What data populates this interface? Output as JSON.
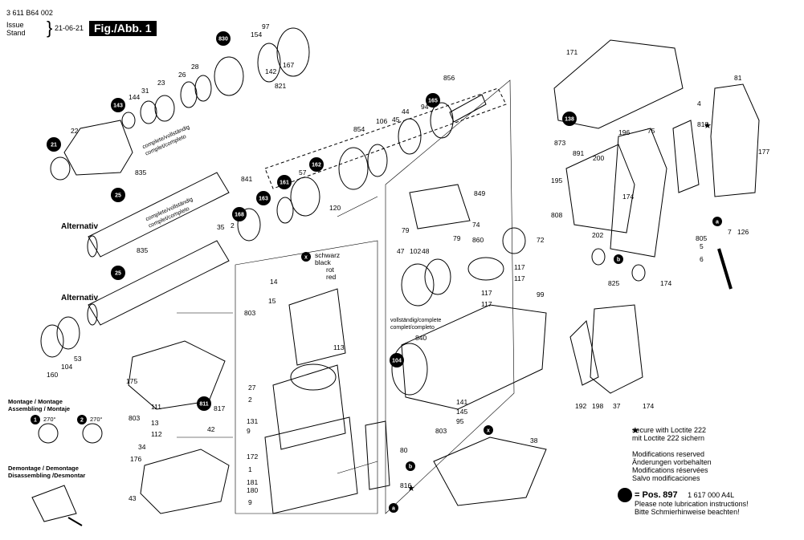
{
  "header": {
    "doc_number": "3 611 B64 002",
    "issue_label": "Issue",
    "stand_label": "Stand",
    "issue_date": "21-06-21",
    "figure_label": "Fig./Abb. 1"
  },
  "alternativ_1": "Alternativ",
  "alternativ_2": "Alternativ",
  "complete_label_1": "complete/vollständig",
  "complete_label_1b": "complet/completo",
  "complete_label_2": "complete/vollständig",
  "complete_label_2b": "complet/completo",
  "complete_label_3": "vollständig/complete",
  "complete_label_3b": "complet/completo",
  "wires": {
    "schwarz": "schwarz",
    "black": "black",
    "rot": "rot",
    "red": "red"
  },
  "assembling": {
    "line1": "Montage / Montage",
    "line2": "Assembling / Montaje",
    "deg1": "270°",
    "deg2": "270°"
  },
  "disassembling": {
    "line1": "Demontage / Demontage",
    "line2": "Disassembling /Desmontar"
  },
  "notes": {
    "loctite_en": "secure with Loctite 222",
    "loctite_de": "mit Loctite 222 sichern",
    "mod_en": "Modifications reserved",
    "mod_de": "Änderungen vorbehalten",
    "mod_fr": "Modifications réservées",
    "mod_es": "Salvo modificaciones",
    "pos_label": "= Pos.",
    "pos_number": "897",
    "pos_part": "1 617 000 A4L",
    "lube_en": "Please note lubrication instructions!",
    "lube_de": "Bitte Schmierhinweise beachten!"
  },
  "bubbles": [
    {
      "label": "830"
    },
    {
      "label": "143"
    },
    {
      "label": "21"
    },
    {
      "label": "25"
    },
    {
      "label": "25"
    },
    {
      "label": "165"
    },
    {
      "label": "161"
    },
    {
      "label": "162"
    },
    {
      "label": "163"
    },
    {
      "label": "168"
    },
    {
      "label": "138"
    },
    {
      "label": "104"
    },
    {
      "label": "811"
    },
    {
      "label": "1"
    },
    {
      "label": "2"
    },
    {
      "label": "x"
    },
    {
      "label": "x"
    },
    {
      "label": "a"
    },
    {
      "label": "a"
    },
    {
      "label": "b"
    },
    {
      "label": "b"
    },
    {
      "label": ""
    }
  ],
  "callouts": [
    {
      "label": "154"
    },
    {
      "label": "97"
    },
    {
      "label": "142"
    },
    {
      "label": "167"
    },
    {
      "label": "821"
    },
    {
      "label": "28"
    },
    {
      "label": "26"
    },
    {
      "label": "23"
    },
    {
      "label": "31"
    },
    {
      "label": "144"
    },
    {
      "label": "22"
    },
    {
      "label": "835"
    },
    {
      "label": "835"
    },
    {
      "label": "856"
    },
    {
      "label": "94"
    },
    {
      "label": "44"
    },
    {
      "label": "45"
    },
    {
      "label": "106"
    },
    {
      "label": "854"
    },
    {
      "label": "841"
    },
    {
      "label": "57"
    },
    {
      "label": "120"
    },
    {
      "label": "35"
    },
    {
      "label": "2"
    },
    {
      "label": "53"
    },
    {
      "label": "104"
    },
    {
      "label": "160"
    },
    {
      "label": "14"
    },
    {
      "label": "15"
    },
    {
      "label": "803"
    },
    {
      "label": "113"
    },
    {
      "label": "175"
    },
    {
      "label": "27"
    },
    {
      "label": "2"
    },
    {
      "label": "131"
    },
    {
      "label": "9"
    },
    {
      "label": "172"
    },
    {
      "label": "1"
    },
    {
      "label": "181"
    },
    {
      "label": "180"
    },
    {
      "label": "9"
    },
    {
      "label": "111"
    },
    {
      "label": "13"
    },
    {
      "label": "112"
    },
    {
      "label": "803"
    },
    {
      "label": "817"
    },
    {
      "label": "42"
    },
    {
      "label": "34"
    },
    {
      "label": "176"
    },
    {
      "label": "43"
    },
    {
      "label": "849"
    },
    {
      "label": "74"
    },
    {
      "label": "79"
    },
    {
      "label": "79"
    },
    {
      "label": "860"
    },
    {
      "label": "72"
    },
    {
      "label": "47"
    },
    {
      "label": "102"
    },
    {
      "label": "48"
    },
    {
      "label": "117"
    },
    {
      "label": "117"
    },
    {
      "label": "117"
    },
    {
      "label": "117"
    },
    {
      "label": "99"
    },
    {
      "label": "840"
    },
    {
      "label": "141"
    },
    {
      "label": "145"
    },
    {
      "label": "95"
    },
    {
      "label": "803"
    },
    {
      "label": "80"
    },
    {
      "label": "816"
    },
    {
      "label": "38"
    },
    {
      "label": "171"
    },
    {
      "label": "873"
    },
    {
      "label": "196"
    },
    {
      "label": "75"
    },
    {
      "label": "891"
    },
    {
      "label": "200"
    },
    {
      "label": "195"
    },
    {
      "label": "174"
    },
    {
      "label": "808"
    },
    {
      "label": "202"
    },
    {
      "label": "825"
    },
    {
      "label": "174"
    },
    {
      "label": "81"
    },
    {
      "label": "4"
    },
    {
      "label": "818"
    },
    {
      "label": "177"
    },
    {
      "label": "7"
    },
    {
      "label": "126"
    },
    {
      "label": "805"
    },
    {
      "label": "5"
    },
    {
      "label": "6"
    },
    {
      "label": "192"
    },
    {
      "label": "198"
    },
    {
      "label": "37"
    },
    {
      "label": "174"
    }
  ]
}
